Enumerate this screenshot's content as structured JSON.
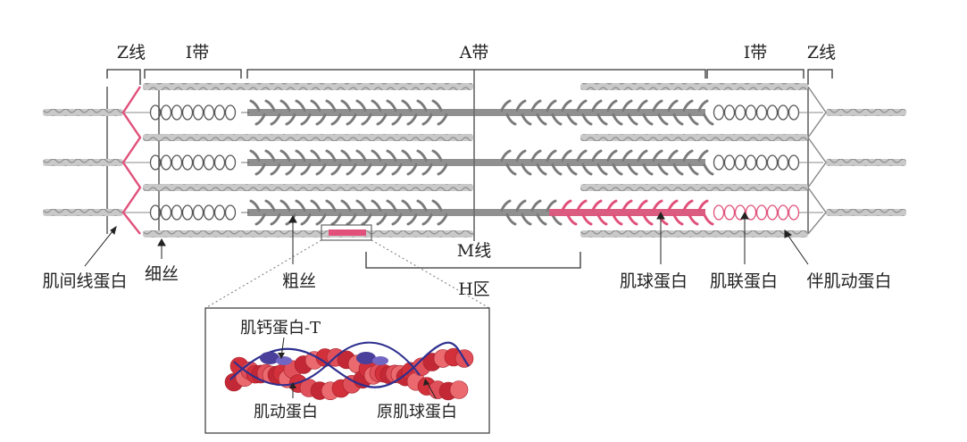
{
  "labels": {
    "z_line_left": "Z线",
    "i_band_left": "I带",
    "a_band": "A带",
    "i_band_right": "I带",
    "z_line_right": "Z线",
    "m_line": "M线",
    "h_zone": "H区",
    "alpha_actinin": "肌间线蛋白",
    "thin_filament": "细丝",
    "thick_filament": "粗丝",
    "myosin": "肌球蛋白",
    "titin": "肌联蛋白",
    "nebulin": "伴肌动蛋白",
    "troponin_t": "肌钙蛋白-T",
    "actin": "肌动蛋白",
    "tropomyosin": "原肌球蛋白"
  },
  "colors": {
    "highlight": "#e0507a",
    "myosin_gray": "#6b6b6b",
    "thin_gray": "#b8b8b8",
    "actin_red": "#d94048",
    "troponin_purple": "#4a3f9a",
    "tropomyosin_blue": "#2d2f8f"
  }
}
